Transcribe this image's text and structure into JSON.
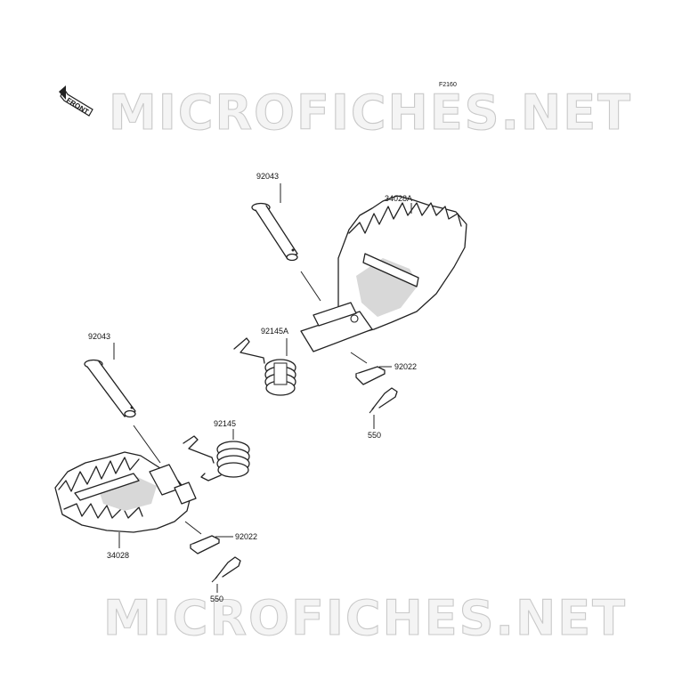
{
  "figure_code": "F2160",
  "watermark": "MICROFICHES.NET",
  "front_label": "FRONT",
  "parts": {
    "pin_upper": "92043",
    "pin_lower": "92043",
    "footpeg_right": "34028A",
    "footpeg_left": "34028",
    "spring_upper": "92145A",
    "spring_lower": "92145",
    "washer_upper": "92022",
    "washer_lower": "92022",
    "cotter_upper": "550",
    "cotter_lower": "550"
  }
}
